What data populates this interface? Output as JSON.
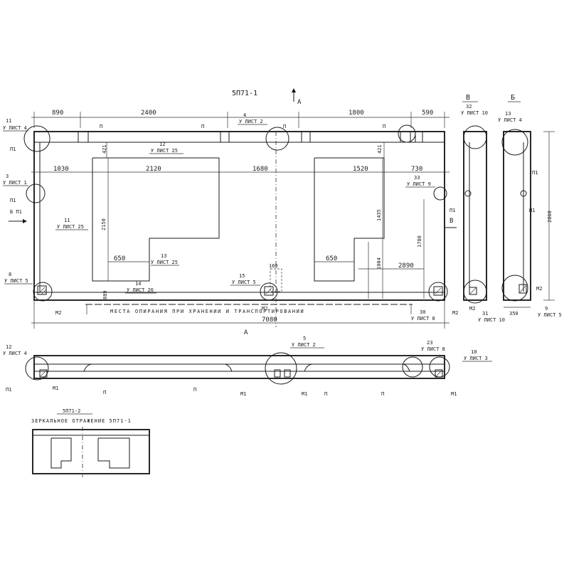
{
  "main_view": {
    "title": "5П71-1",
    "section_mark": "А",
    "top_dims": [
      "890",
      "2400",
      "1800",
      "590"
    ],
    "row_dims": [
      "1030",
      "2120",
      "1680",
      "1520",
      "730"
    ],
    "total_dim": "7080",
    "vert_dims": [
      "421",
      "421",
      "2150",
      "1435",
      "1780",
      "1004",
      "889",
      "160"
    ],
    "inner_dims": [
      "650",
      "650",
      "2890"
    ],
    "support_text": "МЕСТА ОПИРАНИЯ ПРИ ХРАНЕНИИ И ТРАНСПОРТИРОВАНИИ",
    "view_label_bottom": "А",
    "section_b_left": "Б П1",
    "section_v_right": "В"
  },
  "callouts": [
    {
      "num": "11",
      "sheet": "У ЛИСТ 4"
    },
    {
      "num": "4",
      "sheet": "У ЛИСТ 2"
    },
    {
      "num": "12",
      "sheet": "У ЛИСТ 25"
    },
    {
      "num": "3",
      "sheet": "У ЛИСТ 1"
    },
    {
      "num": "11",
      "sheet": "У ЛИСТ 25"
    },
    {
      "num": "13",
      "sheet": "У ЛИСТ 25"
    },
    {
      "num": "14",
      "sheet": "У ЛИСТ 26"
    },
    {
      "num": "8",
      "sheet": "У ЛИСТ 5"
    },
    {
      "num": "15",
      "sheet": "У ЛИСТ 5"
    },
    {
      "num": "33",
      "sheet": "У ЛИСТ 9"
    },
    {
      "num": "30",
      "sheet": "У ЛИСТ 8"
    },
    {
      "num": "32",
      "sheet": "У ЛИСТ 10"
    },
    {
      "num": "13",
      "sheet": "У ЛИСТ 4"
    },
    {
      "num": "31",
      "sheet": "У ЛИСТ 10"
    },
    {
      "num": "9",
      "sheet": "У ЛИСТ 5"
    },
    {
      "num": "12",
      "sheet": "У ЛИСТ 4"
    },
    {
      "num": "5",
      "sheet": "У ЛИСТ 2"
    },
    {
      "num": "23",
      "sheet": "У ЛИСТ 8"
    },
    {
      "num": "10",
      "sheet": "У ЛИСТ 3"
    }
  ],
  "marks": {
    "p": "П",
    "p1": "П1",
    "m1": "М1",
    "m2": "М2"
  },
  "side_views": {
    "v_title": "В",
    "b_title": "Б",
    "height_dim": "2860",
    "width_dim": "350"
  },
  "mirror_note": {
    "code": "5П71-2",
    "text": "ЗЕРКАЛЬНОЕ ОТРАЖЕНИЕ 5П71-1"
  }
}
